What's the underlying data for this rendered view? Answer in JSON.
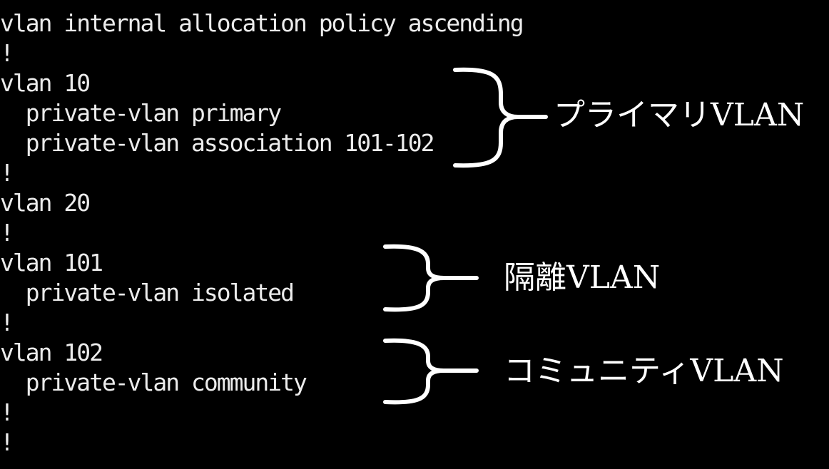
{
  "terminal": {
    "lines": [
      "vlan internal allocation policy ascending",
      "!",
      "vlan 10",
      "  private-vlan primary",
      "  private-vlan association 101-102",
      "!",
      "vlan 20",
      "!",
      "vlan 101",
      "  private-vlan isolated",
      "!",
      "vlan 102",
      "  private-vlan community",
      "!",
      "!"
    ],
    "text_color": "#ececec",
    "background_color": "#000000"
  },
  "annotations": {
    "primary": "プライマリVLAN",
    "isolated": "隔離VLAN",
    "community": "コミュニティVLAN",
    "color": "#ffffff"
  }
}
